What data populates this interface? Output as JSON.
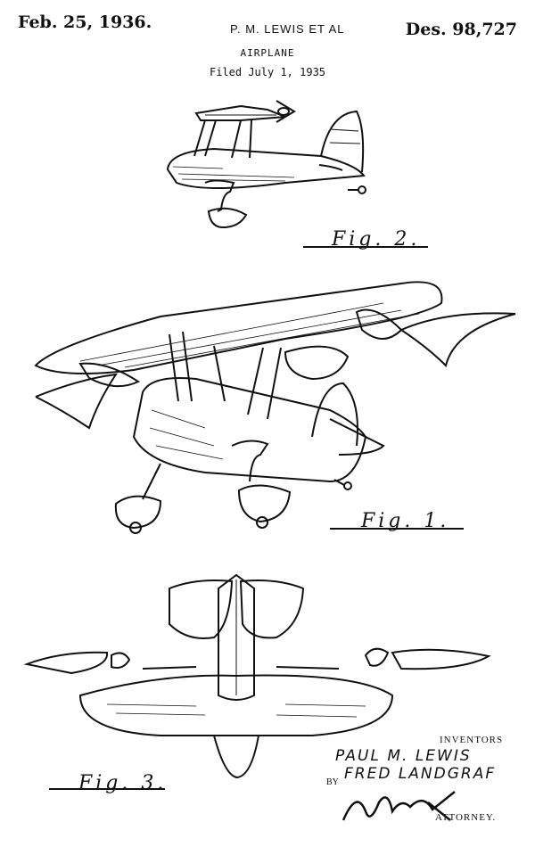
{
  "header": {
    "date": "Feb. 25, 1936.",
    "inventors_short": "P. M. LEWIS ET AL",
    "patent_number": "Des. 98,727",
    "title": "AIRPLANE",
    "filed": "Filed July 1, 1935"
  },
  "figures": {
    "fig2_label": "Fig. 2.",
    "fig1_label": "Fig. 1.",
    "fig3_label": "Fig. 3."
  },
  "signature_block": {
    "inventors_label": "INVENTORS",
    "inventor_1": "PAUL M. LEWIS",
    "inventor_2": "FRED LANDGRAF",
    "by": "BY",
    "attorney_label": "ATTORNEY."
  }
}
